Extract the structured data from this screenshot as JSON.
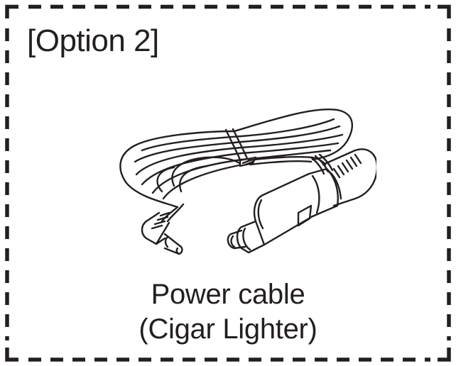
{
  "panel": {
    "title": "[Option 2]",
    "caption_line1": "Power cable",
    "caption_line2": "(Cigar Lighter)",
    "illustration_icon": "cigar-lighter-power-cable-icon",
    "border_style": "dashed",
    "border_color": "#231f20",
    "text_color": "#231f20",
    "background_color": "#ffffff"
  }
}
